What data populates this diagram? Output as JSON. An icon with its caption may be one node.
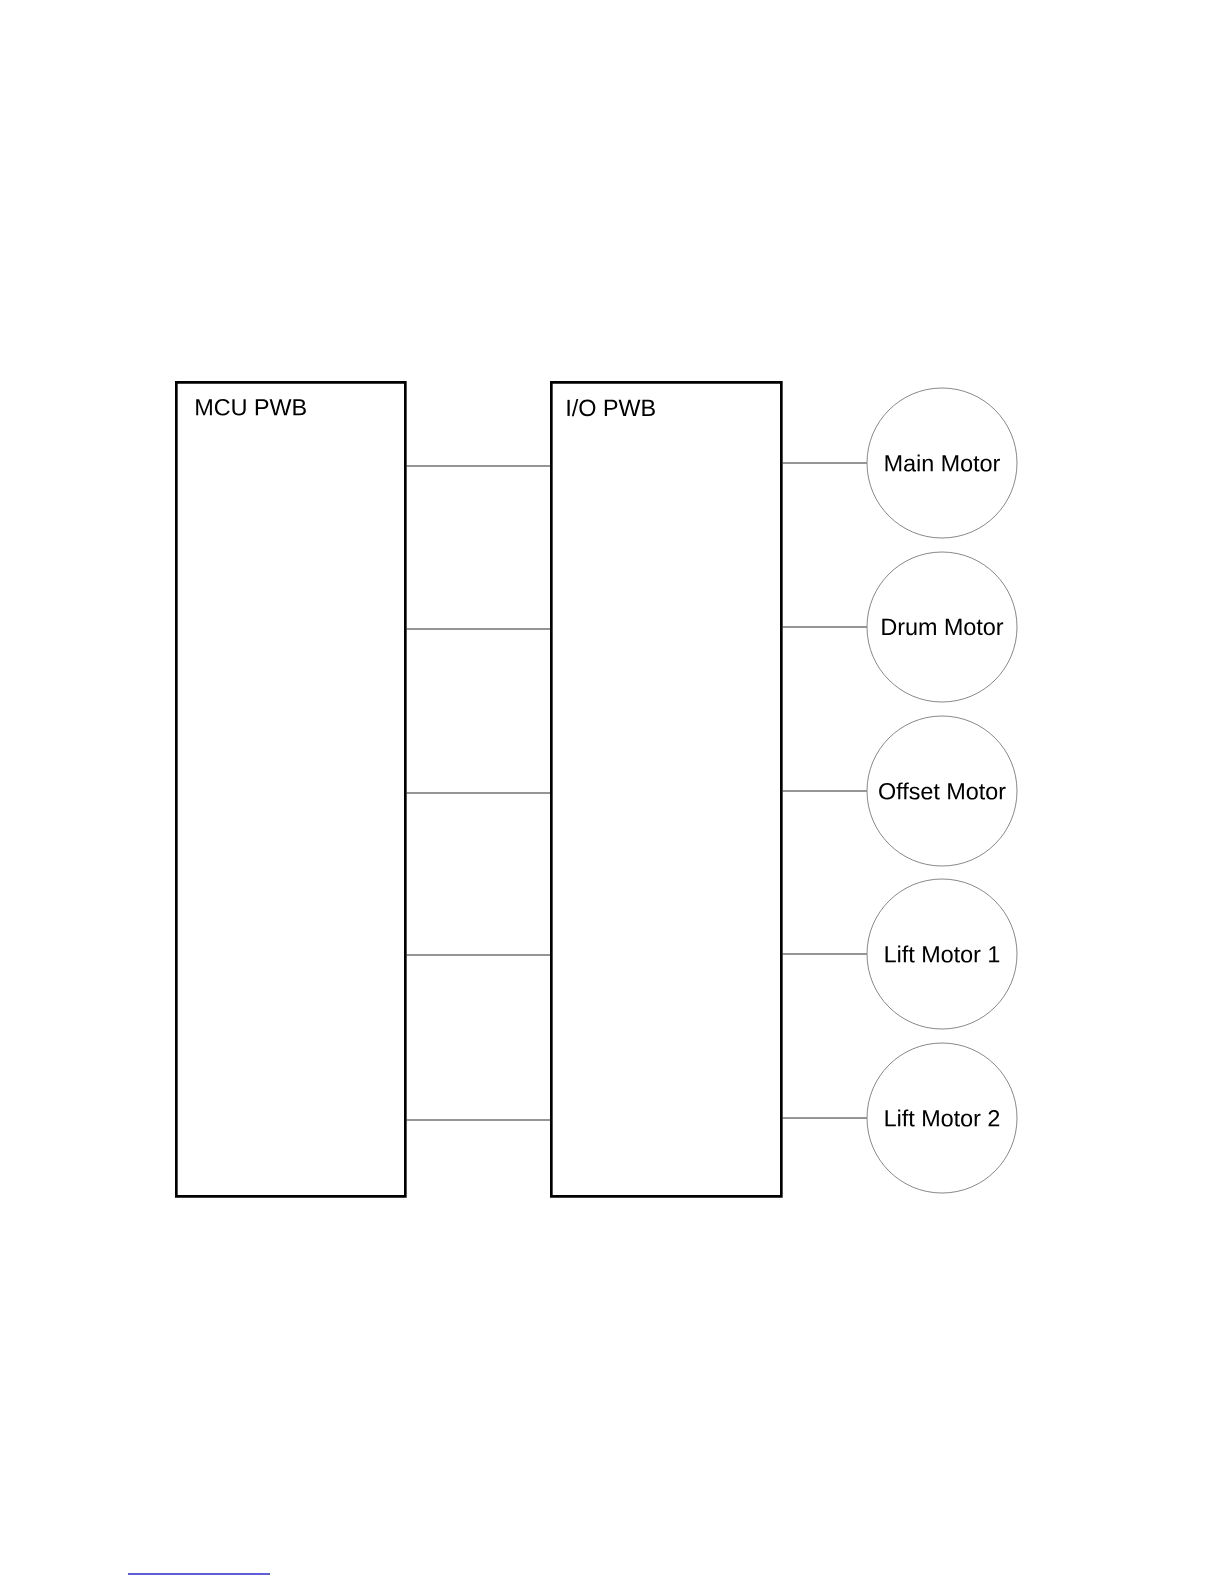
{
  "diagram": {
    "nodes": [
      {
        "text": [
          "MCU PWB"
        ]
      },
      {
        "text": [
          "I/O PWB"
        ]
      },
      {
        "text": [
          "Main Motor"
        ]
      },
      {
        "text": [
          "Drum Motor"
        ]
      },
      {
        "text": [
          "Offset Motor"
        ]
      },
      {
        "text": [
          "Lift Motor 1"
        ]
      },
      {
        "text": [
          "Lift Motor 2"
        ]
      }
    ],
    "edges": [
      {
        "from": 0,
        "to": 1,
        "arrow": "none"
      },
      {
        "from": 0,
        "to": 1,
        "arrow": "none"
      },
      {
        "from": 0,
        "to": 1,
        "arrow": "none"
      },
      {
        "from": 0,
        "to": 1,
        "arrow": "none"
      },
      {
        "from": 0,
        "to": 1,
        "arrow": "none"
      },
      {
        "from": 1,
        "to": 2,
        "arrow": "none"
      },
      {
        "from": 1,
        "to": 3,
        "arrow": "none"
      },
      {
        "from": 1,
        "to": 4,
        "arrow": "none"
      },
      {
        "from": 1,
        "to": 5,
        "arrow": "none"
      },
      {
        "from": 1,
        "to": 6,
        "arrow": "none"
      }
    ]
  }
}
